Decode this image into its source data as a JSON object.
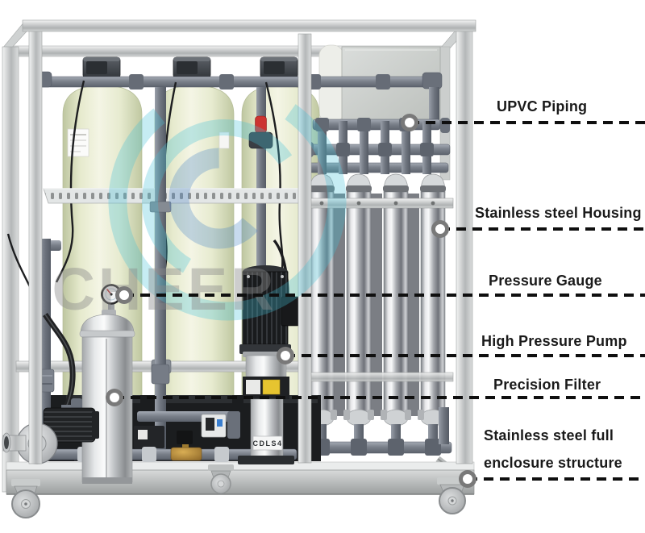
{
  "page": {
    "background": "#ffffff",
    "description": "Annotated product photo of a reverse osmosis water treatment machine"
  },
  "watermark": {
    "text": "CHEER",
    "swirl_teal": "#45c2d8",
    "swirl_blue": "#4a86c8",
    "text_color": "#8a8a8a"
  },
  "machine": {
    "pump_model_label": "CDLS4"
  },
  "callouts": [
    {
      "id": "upvc-piping",
      "label": "UPVC Piping"
    },
    {
      "id": "stainless-steel-housing",
      "label": "Stainless steel Housing"
    },
    {
      "id": "pressure-gauge",
      "label": "Pressure Gauge"
    },
    {
      "id": "high-pressure-pump",
      "label": "High Pressure Pump"
    },
    {
      "id": "precision-filter",
      "label": "Precision Filter"
    },
    {
      "id": "stainless-steel-full-enclosure-structure",
      "lines": [
        "Stainless steel full",
        "enclosure structure"
      ]
    }
  ],
  "style": {
    "callout_text_color": "#1a1a1a",
    "dash_color": "#0f0f0f",
    "marker_fill": "#ffffff",
    "marker_ring": "rgba(88,88,88,0.8)"
  }
}
